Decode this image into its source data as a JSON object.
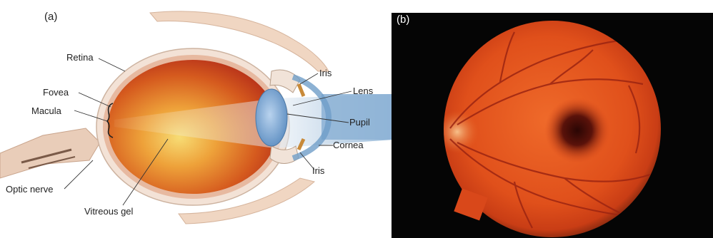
{
  "panels": {
    "a": {
      "tag": "(a)",
      "labels": {
        "retina": "Retina",
        "fovea": "Fovea",
        "macula": "Macula",
        "optic_nerve": "Optic nerve",
        "vitreous_gel": "Vitreous gel",
        "iris_top": "Iris",
        "lens": "Lens",
        "pupil": "Pupil",
        "cornea": "Cornea",
        "iris_bottom": "Iris"
      }
    },
    "b": {
      "tag": "(b)"
    }
  },
  "colors": {
    "fundus_bg": "#050505",
    "fundus_orange": "#e4501c",
    "vitreous_center": "#f6d36b",
    "vitreous_edge": "#c2361a",
    "lens_blue": "#7fa9d3",
    "light_beam": "#9bbfdc"
  }
}
